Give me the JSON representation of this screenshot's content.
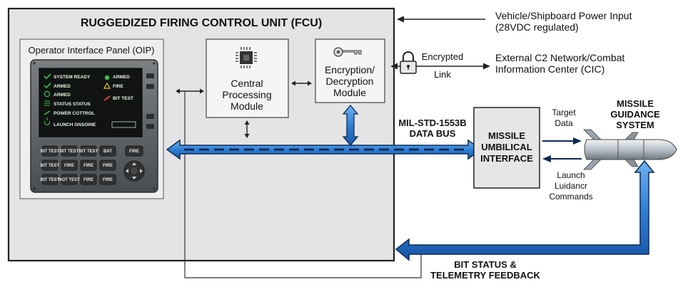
{
  "fcu_title": "RUGGEDIZED FIRING CONTROL UNIT (FCU)",
  "oip": {
    "title": "Operator Interface Panel (OIP)",
    "screen_left": [
      "SYSTEM READY",
      "ARMED",
      "ARMED",
      "STATUS STATUS",
      "POWER COTTROL",
      "LAUNCH GNSOINE"
    ],
    "screen_right": [
      "ARMED",
      "FIRE",
      "BIT TEST"
    ],
    "keys_row1": [
      "BIT TEST",
      "BIT TEST",
      "BIT TEST",
      "BAT",
      "FIRE"
    ],
    "keys_row2": [
      "BIT TEST",
      "FIRE",
      "FIRE",
      "FIRE"
    ],
    "keys_row3": [
      "BIT TEST",
      "NOT TEST",
      "FIRE",
      "FIRE"
    ]
  },
  "cpu": {
    "line1": "Central",
    "line2": "Processing",
    "line3": "Module"
  },
  "crypto": {
    "line1": "Encryption/",
    "line2": "Decryption",
    "line3": "Module"
  },
  "encrypted_link": {
    "line1": "Encrypted",
    "line2": "Link"
  },
  "power": {
    "line1": "Vehicle/Shipboard Power Input",
    "line2": "(28VDC regulated)"
  },
  "c2": {
    "line1": "External C2 Network/Combat",
    "line2": "Information Center (CIC)"
  },
  "bus": {
    "line1": "MIL-STD-1553B",
    "line2": "DATA BUS"
  },
  "umbilical": {
    "line1": "MISSILE",
    "line2": "UMBILICAL",
    "line3": "INTERFACE"
  },
  "target_data": {
    "line1": "Target",
    "line2": "Data"
  },
  "launch_cmds": {
    "line1": "Launch",
    "line2": "Luidancr",
    "line3": "Commands"
  },
  "guidance": {
    "line1": "MISSILE",
    "line2": "GUIDANCE",
    "line3": "SYSTEM"
  },
  "feedback": {
    "line1": "BIT STATUS &",
    "line2": "TELEMETRY FEEDBACK"
  },
  "colors": {
    "bus_blue": "#2f7fd6",
    "bus_dark": "#0d2a55",
    "panel_gray": "#e6e6e6",
    "screen_green": "#2e9e3a"
  }
}
